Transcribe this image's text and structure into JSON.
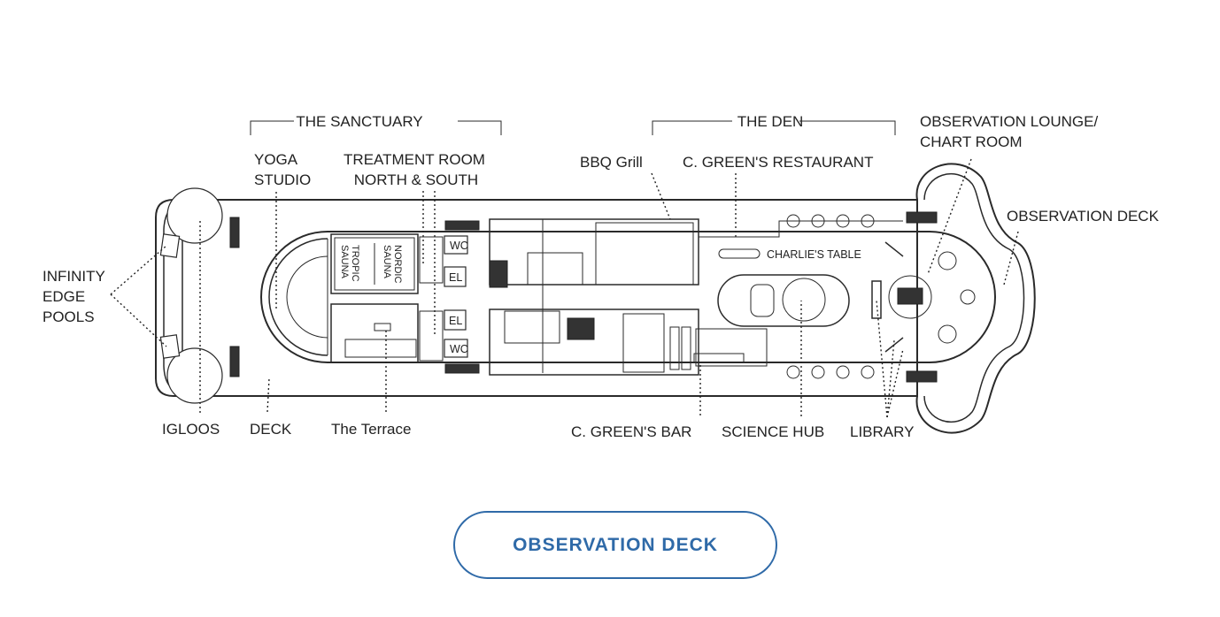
{
  "sections": {
    "sanctuary": "THE SANCTUARY",
    "den": "THE DEN"
  },
  "labels": {
    "yoga_studio_1": "YOGA",
    "yoga_studio_2": "STUDIO",
    "treatment_room_1": "TREATMENT ROOM",
    "treatment_room_2": "NORTH & SOUTH",
    "bbq_grill": "BBQ Grill",
    "restaurant": "C. GREEN'S RESTAURANT",
    "observation_lounge_1": "OBSERVATION LOUNGE/",
    "observation_lounge_2": "CHART ROOM",
    "observation_deck_label": "OBSERVATION DECK",
    "infinity_1": "INFINITY",
    "infinity_2": "EDGE",
    "infinity_3": "POOLS",
    "nordic_sauna_1": "NORDIC",
    "nordic_sauna_2": "SAUNA",
    "tropic_sauna_1": "TROPIC",
    "tropic_sauna_2": "SAUNA",
    "wc_top": "WC",
    "el_top": "EL",
    "el_bottom": "EL",
    "wc_bottom": "WC",
    "charlies_table": "CHARLIE'S TABLE",
    "igloos": "IGLOOS",
    "deck": "DECK",
    "terrace": "The Terrace",
    "bar": "C. GREEN'S BAR",
    "science_hub": "SCIENCE HUB",
    "library": "LIBRARY"
  },
  "button": {
    "label": "OBSERVATION DECK"
  },
  "colors": {
    "accent": "#2f6aa8",
    "line": "#2a2a2a"
  }
}
